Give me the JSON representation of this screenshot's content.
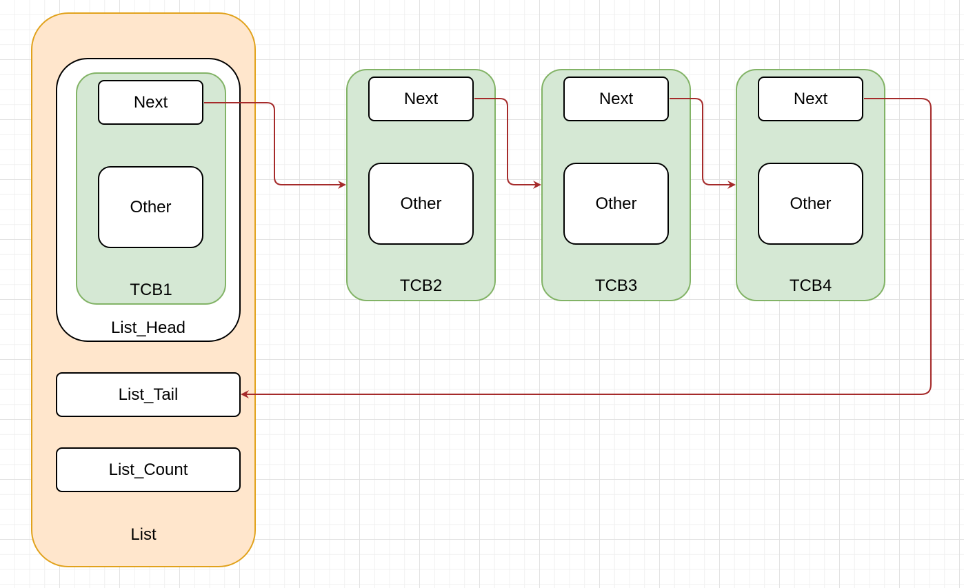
{
  "list": {
    "label": "List",
    "head_label": "List_Head",
    "tail_label": "List_Tail",
    "count_label": "List_Count"
  },
  "tcbs": [
    {
      "name": "TCB1",
      "next_label": "Next",
      "other_label": "Other"
    },
    {
      "name": "TCB2",
      "next_label": "Next",
      "other_label": "Other"
    },
    {
      "name": "TCB3",
      "next_label": "Next",
      "other_label": "Other"
    },
    {
      "name": "TCB4",
      "next_label": "Next",
      "other_label": "Other"
    }
  ],
  "colors": {
    "list_fill": "#ffe6cc",
    "list_border": "#e1a21c",
    "tcb_fill": "#d5e8d4",
    "tcb_border": "#82b366",
    "arrow": "#a52a2a"
  }
}
